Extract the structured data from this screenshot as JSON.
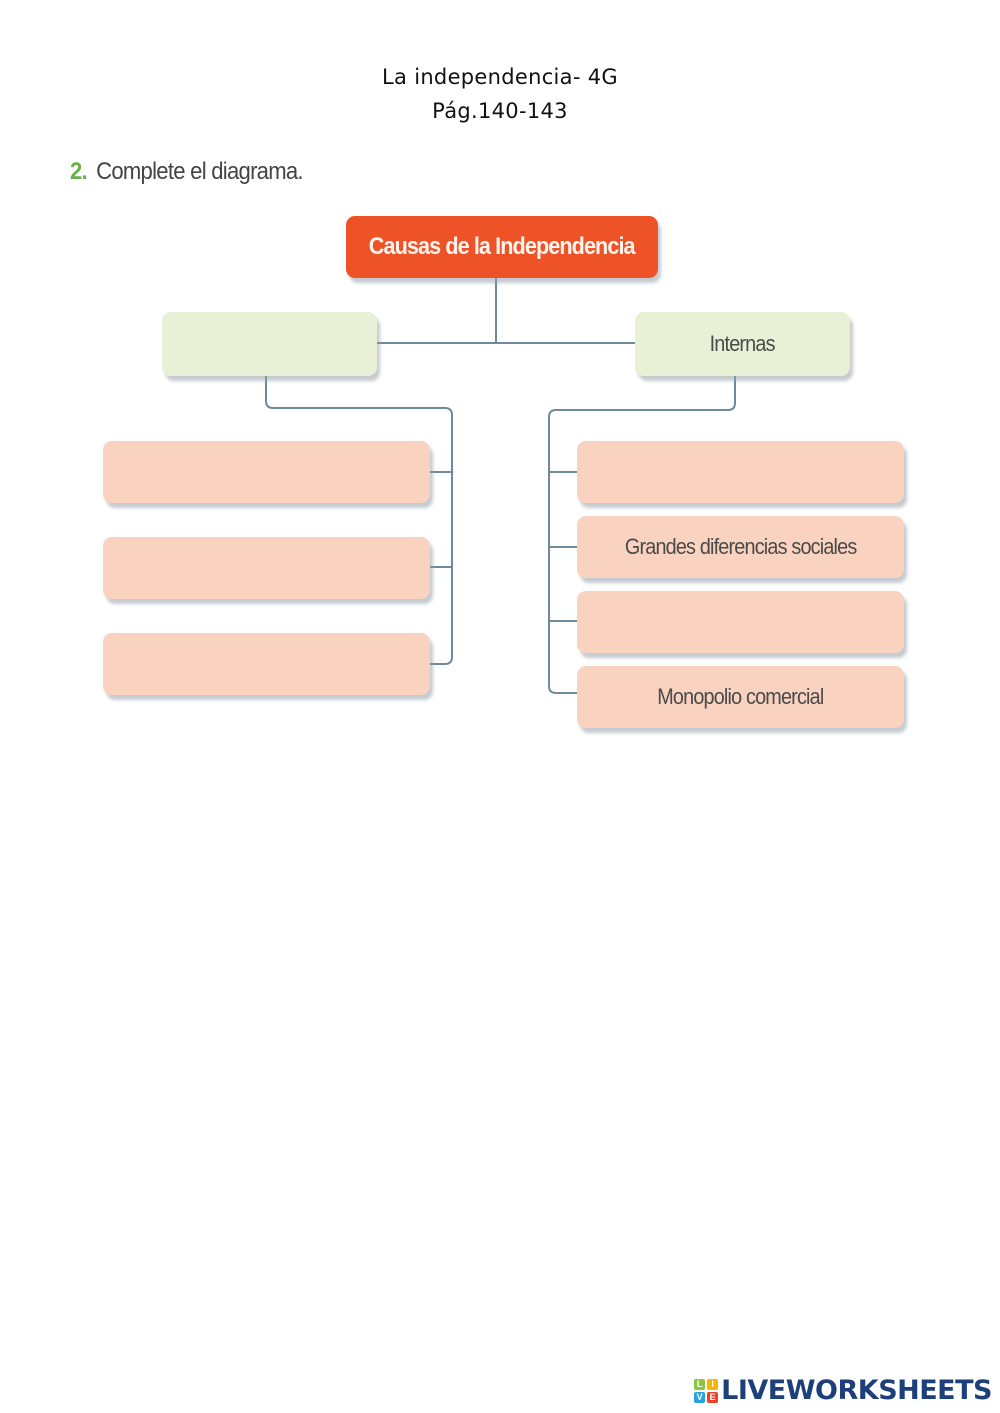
{
  "header": {
    "title": "La independencia- 4G",
    "pages": "Pág.140-143"
  },
  "instruction": {
    "number": "2.",
    "text": "Complete el diagrama."
  },
  "diagram": {
    "root": "Causas de la Independencia",
    "categories": [
      {
        "label": ""
      },
      {
        "label": "Internas"
      }
    ],
    "left_leaves": [
      {
        "label": ""
      },
      {
        "label": ""
      },
      {
        "label": ""
      }
    ],
    "right_leaves": [
      {
        "label": ""
      },
      {
        "label": "Grandes diferencias sociales"
      },
      {
        "label": ""
      },
      {
        "label": "Monopolio comercial"
      }
    ],
    "colors": {
      "root": "#ee5328",
      "category": "#e8f0d6",
      "leaf": "#f9d2c0",
      "connector": "#6f8a9c",
      "instruction_number": "#6ab04c"
    }
  },
  "footer": {
    "logo_letters": [
      "L",
      "I",
      "V",
      "E"
    ],
    "brand": "LIVEWORKSHEETS"
  }
}
